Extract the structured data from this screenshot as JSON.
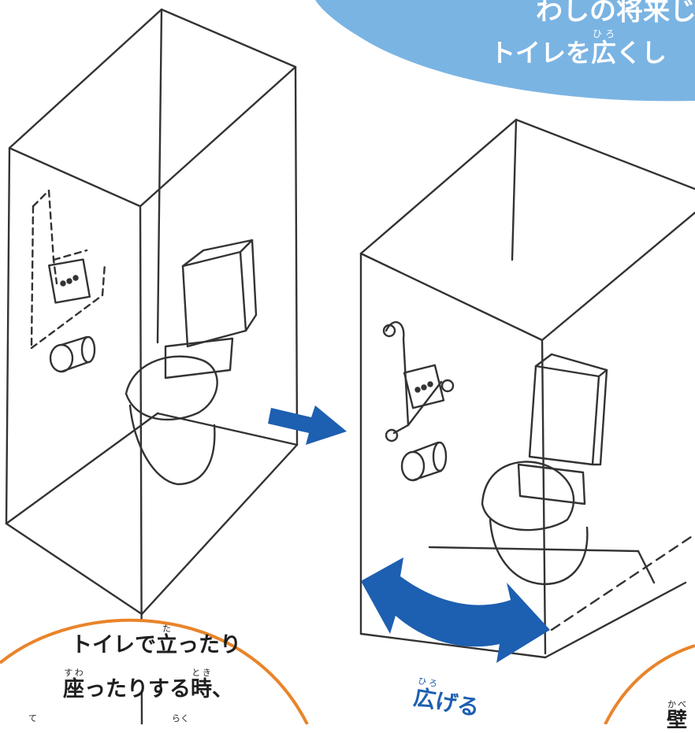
{
  "banner": {
    "line1": "わしの将来じ",
    "line2_rt": "ひろ",
    "line2_kanji": "広",
    "line2_pre": "トイレを",
    "line2_post": "くし",
    "color": "#7ab4e3"
  },
  "speech_left": {
    "line1_pre": "トイレで",
    "line1_kanji": "立",
    "line1_rt": "た",
    "line1_post": "ったり",
    "line2_kanji1": "座",
    "line2_rt1": "すわ",
    "line2_mid": "ったりする",
    "line2_kanji2": "時",
    "line2_rt2": "とき",
    "line2_post": "、",
    "line3_rt_a": "て",
    "line3_rt_b": "らく",
    "border_color": "#e9842a"
  },
  "widen_label": {
    "kanji": "広",
    "rt": "ひろ",
    "post": "げる",
    "color": "#1d5fb0"
  },
  "speech_right": {
    "kanji": "壁",
    "rt": "かべ",
    "border_color": "#e9842a"
  },
  "colors": {
    "arrow": "#1d5fb0",
    "sketch": "#333333"
  }
}
